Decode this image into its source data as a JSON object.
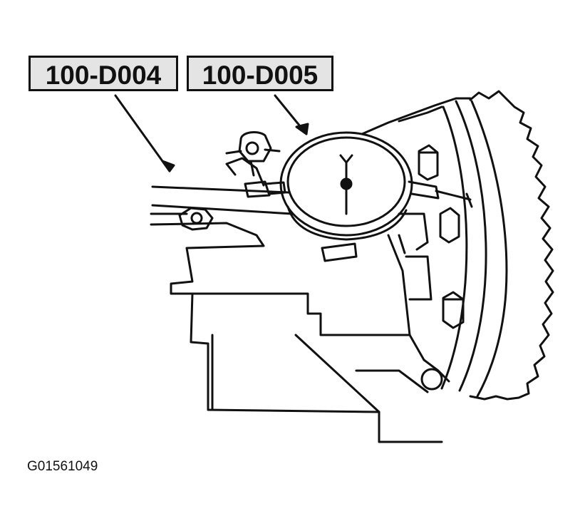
{
  "labels": {
    "tool_a": "100-D004",
    "tool_b": "100-D005"
  },
  "figure_id": "G01561049",
  "colors": {
    "line": "#111111",
    "label_fill": "#e4e4e4",
    "background": "#ffffff"
  }
}
